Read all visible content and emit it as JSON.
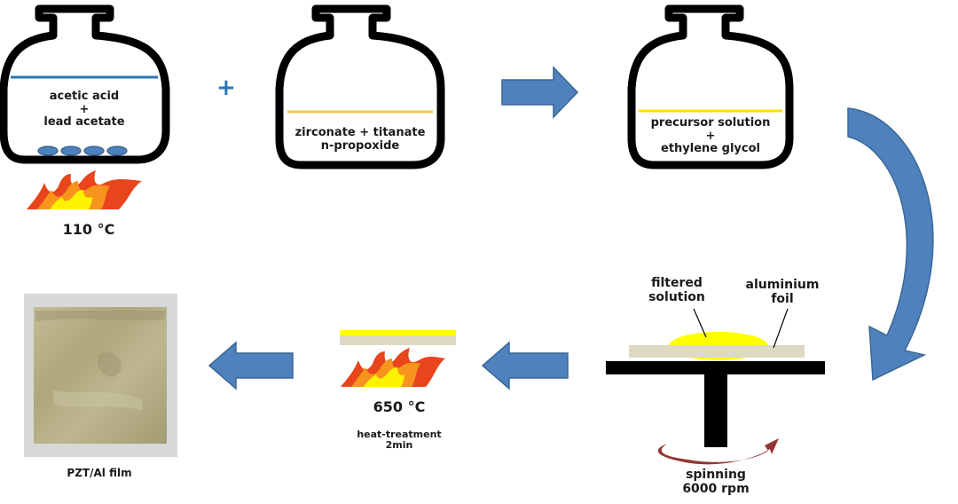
{
  "flask1": {
    "line1": "acetic acid",
    "line2": "+",
    "line3": "lead acetate",
    "temp": "110 °C"
  },
  "plus_sign": "+",
  "flask2": {
    "line1": "zirconate + titanate",
    "line2": "n-propoxide"
  },
  "flask3": {
    "line1": "precursor solution",
    "line2": "+",
    "line3": "ethylene glycol"
  },
  "spin": {
    "filtered_label_1": "filtered",
    "filtered_label_2": "solution",
    "foil_label_1": "aluminium",
    "foil_label_2": "foil",
    "spinning_1": "spinning",
    "spinning_2": "6000 rpm"
  },
  "heat": {
    "temp": "650 °C",
    "label_1": "heat-treatment",
    "label_2": "2min"
  },
  "film": {
    "label": "PZT/Al film"
  },
  "colors": {
    "arrow_blue": "#4f81bd",
    "arrow_outline": "#3a6796",
    "blue_liquid": "#2e74b5",
    "yellow_liquid": "#f2c94c",
    "yellow_film": "#ffff00",
    "flame_outer": "#e8451c",
    "flame_mid": "#f7941d",
    "flame_inner": "#fff200",
    "foil": "#ddd9c3",
    "spinner": "#000000",
    "spin_arrow": "#943634",
    "film_photo": "#b5ae85"
  }
}
